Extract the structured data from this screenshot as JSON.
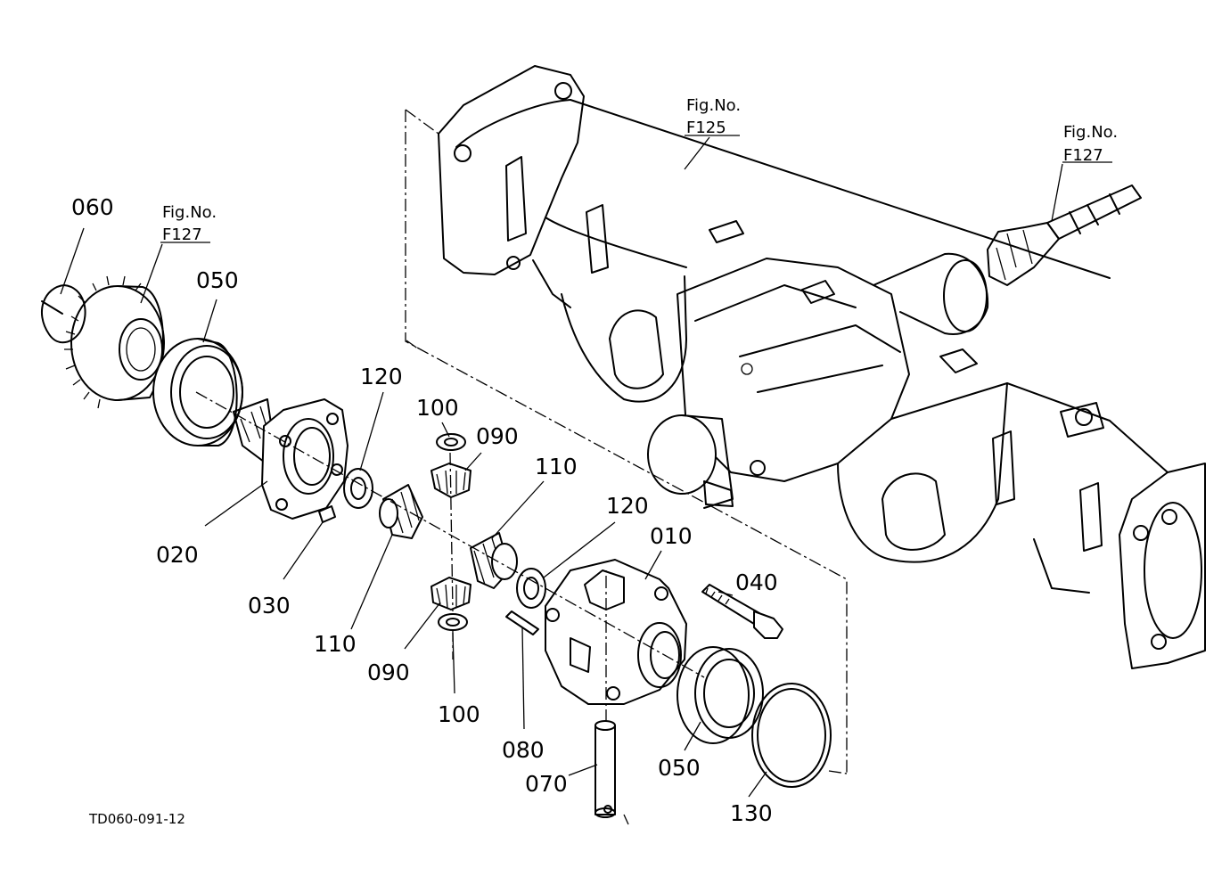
{
  "diagram": {
    "drawing_code": "TD060-091-12",
    "figure_refs": [
      {
        "id": "fig-f125",
        "prefix": "Fig.No.",
        "number": "F125"
      },
      {
        "id": "fig-f127-right",
        "prefix": "Fig.No.",
        "number": "F127"
      },
      {
        "id": "fig-f127-left",
        "prefix": "Fig.No.",
        "number": "F127"
      }
    ],
    "part_labels": [
      "060",
      "050",
      "120",
      "100",
      "090",
      "110",
      "120",
      "010",
      "040",
      "020",
      "030",
      "110",
      "090",
      "100",
      "080",
      "070",
      "050",
      "130"
    ]
  }
}
